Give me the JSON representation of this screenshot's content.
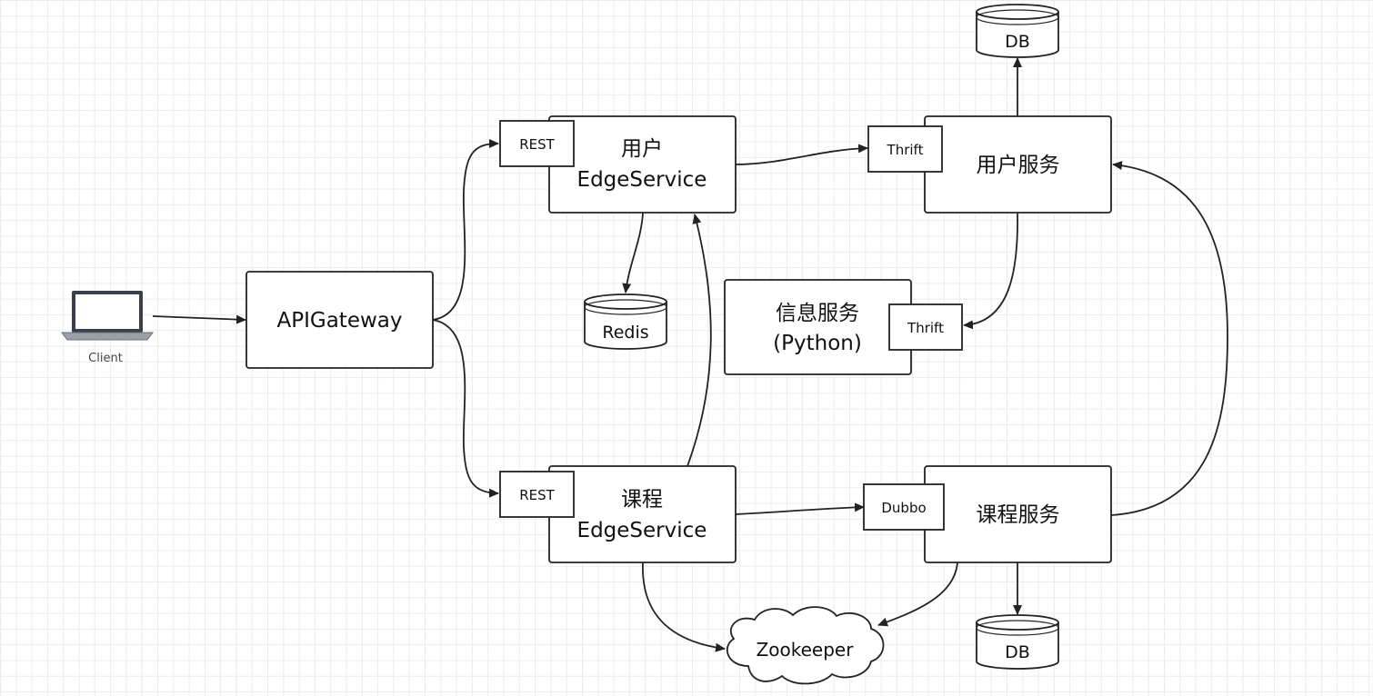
{
  "client": {
    "label": "Client"
  },
  "gateway": {
    "label": "APIGateway"
  },
  "user_edge": {
    "line1": "用户",
    "line2": "EdgeService",
    "protocol": "REST"
  },
  "course_edge": {
    "line1": "课程",
    "line2": "EdgeService",
    "protocol": "REST"
  },
  "user_service": {
    "label": "用户服务",
    "protocol": "Thrift"
  },
  "course_service": {
    "label": "课程服务",
    "protocol": "Dubbo"
  },
  "info_service": {
    "line1": "信息服务",
    "line2": "(Python)",
    "protocol": "Thrift"
  },
  "redis": {
    "label": "Redis"
  },
  "user_db": {
    "label": "DB"
  },
  "course_db": {
    "label": "DB"
  },
  "zookeeper": {
    "label": "Zookeeper"
  }
}
